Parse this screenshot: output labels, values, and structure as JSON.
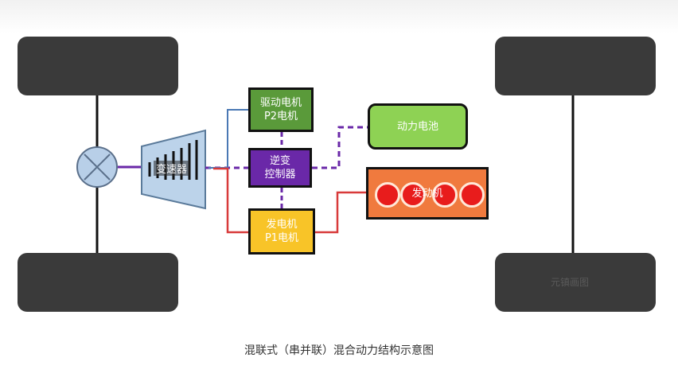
{
  "gearbox": {
    "label": "变速器"
  },
  "p2_motor": {
    "line1": "驱动电机",
    "line2": "P2电机"
  },
  "inverter": {
    "line1": "逆变",
    "line2": "控制器"
  },
  "generator": {
    "line1": "发电机",
    "line2": "P1电机"
  },
  "battery": {
    "label": "动力电池"
  },
  "engine": {
    "label": "发动机"
  },
  "watermark": "元镇画图",
  "caption": "混联式（串并联）混合动力结构示意图",
  "colors": {
    "wheel": "#3a3a3a",
    "p2_motor": "#5a9a3a",
    "inverter": "#6a28a8",
    "generator": "#f8c428",
    "battery": "#8ed254",
    "engine": "#f07a3e",
    "mechanical_line": "#4a78b4",
    "electric_line": "#6a28a8",
    "generator_line": "#d83a3a"
  }
}
